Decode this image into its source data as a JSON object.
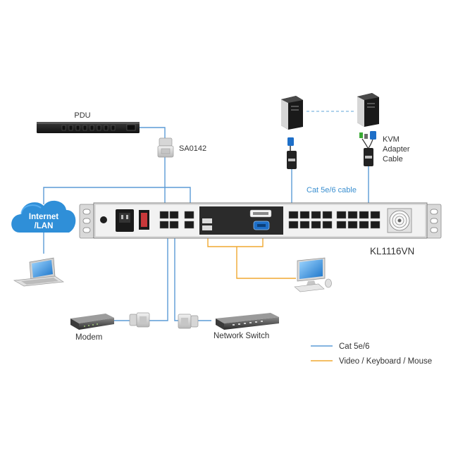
{
  "colors": {
    "cat_line": "#5b9bd5",
    "video_line": "#f0a830",
    "dashed_link": "#7fb8e0",
    "cloud": "#2f8fd8",
    "chassis": "#2b2b2b",
    "ear": "#d9d9d9",
    "accent_blue": "#1e6fc8"
  },
  "labels": {
    "pdu": "PDU",
    "sa0142": "SA0142",
    "internet": "Internet\n/LAN",
    "internet_line1": "Internet",
    "internet_line2": "/LAN",
    "kvm_line1": "KVM",
    "kvm_line2": "Adapter",
    "kvm_line3": "Cable",
    "cat_cable": "Cat 5e/6 cable",
    "model": "KL1116VN",
    "modem": "Modem",
    "network_switch": "Network Switch"
  },
  "legend": [
    {
      "label": "Cat 5e/6",
      "color": "#5b9bd5"
    },
    {
      "label": "Video / Keyboard / Mouse",
      "color": "#f0a830"
    }
  ],
  "icons": [
    "pdu-icon",
    "cloud-icon",
    "laptop-icon",
    "server-icon",
    "monitor-icon",
    "modem-icon",
    "switch-icon",
    "adapter-icon",
    "kvm-cable-icon"
  ]
}
